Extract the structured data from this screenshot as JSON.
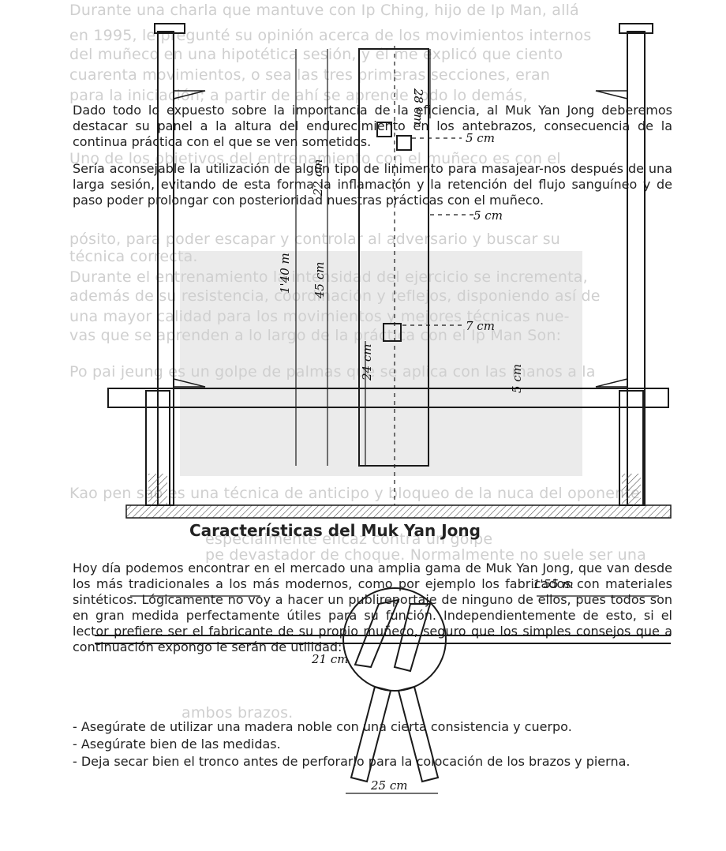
{
  "ghost": {
    "lines": [
      "Durante una charla que mantuve con Ip Ching, hijo de Ip Man, allá",
      "en 1995, le pregunté su opinión acerca de los movimientos internos",
      "del muñeco en una hipotética sesión, y él me explicó que ciento",
      "cuarenta movimientos, o sea las tres primeras secciones, eran",
      "para la iniciación; a partir de ahí se aprende todo lo demás,",
      "Uno de los objetivos del entrenamiento con el muñeco es con el",
      "pósito, para poder escapar y controlar al adversario y buscar su",
      "técnica correcta.",
      "Durante el entrenamiento la intensidad del ejercicio se incrementa,",
      "además de su resistencia, coordinación y reflejos, disponiendo así de",
      "una mayor calidad para los movimientos y mejores técnicas nue-",
      "vas que se aprenden a lo largo de la práctica con el Ip Man Son:",
      "Po pai jeung es un golpe de palmas que se aplica con las manos a la",
      "Kao pen sao es una técnica de anticipo y bloqueo de la nuca del oponente",
      "especialmente eficaz contra un golpe",
      "pe devastador de choque. Normalmente no suele ser una",
      "ambos brazos."
    ]
  },
  "top_text": {
    "p1": "Dado todo lo expuesto sobre la importancia de la eficiencia, al Muk Yan Jong deberemos destacar su panel a la altura del endurecimiento en los antebrazos, consecuencia de la continua práctica con el que se ven sometidos.",
    "p2": "Sería aconsejable la utilización de algún tipo de linimento para masajear-nos después de una larga sesión, evitando de esta forma la inflamación y la retención del flujo sanguíneo y de paso poder prolongar con posterioridad nuestras prácticas con el muñeco."
  },
  "section": {
    "title": "Características del Muk Yan Jong",
    "p1": "Hoy día podemos encontrar en el mercado una amplia gama de Muk Yan Jong, que van desde los más tradicionales a los más modernos, como por ejemplo los fabricados con materiales sintéticos. Lógicamente no voy a hacer un publireportaje de ninguno de ellos, pues todos son en gran medida perfectamente útiles para su función. Independientemente de esto, si el lector prefiere ser el fabricante de su propio muñeco, seguro que los simples consejos que a continuación expongo le serán de utilidad:",
    "bullets": [
      "- Asegúrate de utilizar una madera noble con una cierta consistencia y cuerpo.",
      "- Asegúrate bien de las medidas.",
      "- Deja secar bien el tronco antes de perforarlo para la colocación de los brazos y pierna."
    ]
  },
  "drawing": {
    "labels": {
      "d28": "28 cm",
      "d5a": "5 cm",
      "d22": "22 cm",
      "d5b": "5 cm",
      "d140": "1'40 m",
      "d45": "45 cm",
      "d7": "7 cm",
      "d24": "24 cm",
      "d5c": "5 cm",
      "d155": "1'55 m",
      "d21": "21 cm",
      "d25": "25 cm"
    }
  }
}
